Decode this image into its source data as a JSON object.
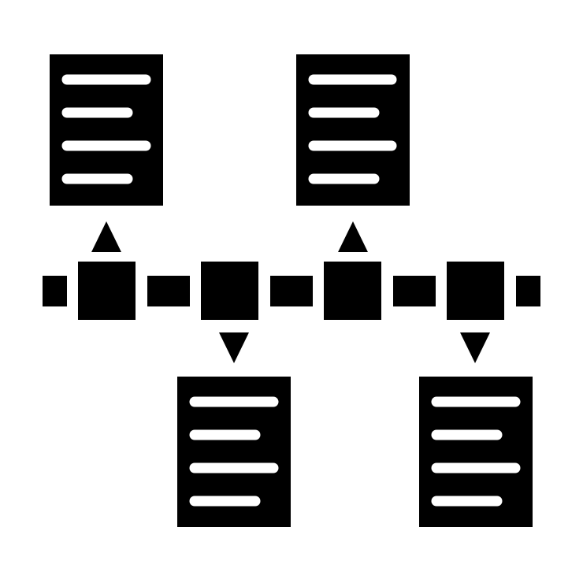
{
  "icon": {
    "name": "timeline-documents-icon",
    "foreground": "#000000",
    "background": "#ffffff",
    "documents": [
      {
        "id": "doc-1",
        "position": "above",
        "milestone": 1,
        "lines": 4
      },
      {
        "id": "doc-2",
        "position": "below",
        "milestone": 2,
        "lines": 4
      },
      {
        "id": "doc-3",
        "position": "above",
        "milestone": 3,
        "lines": 4
      },
      {
        "id": "doc-4",
        "position": "below",
        "milestone": 4,
        "lines": 4
      }
    ],
    "milestones": 4,
    "connectors": 5
  }
}
